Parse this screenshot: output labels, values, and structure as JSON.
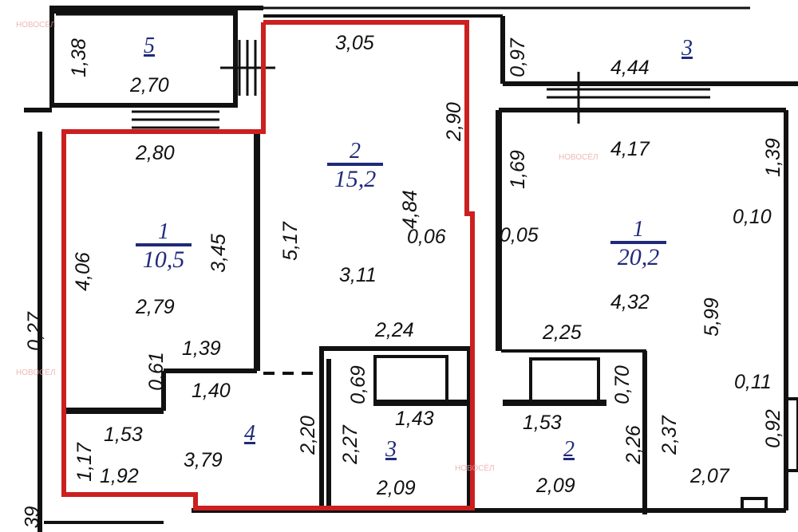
{
  "watermark": "НОВОСЁЛ",
  "colors": {
    "outline": "#cc1f1f",
    "walls": "#111111",
    "room_label": "#1f2a7a"
  },
  "rooms": [
    {
      "number": "5"
    },
    {
      "number": "2",
      "area": "15,2"
    },
    {
      "number": "1",
      "area": "10,5"
    },
    {
      "number": "1",
      "area": "20,2"
    },
    {
      "number": "3"
    },
    {
      "number": "4"
    },
    {
      "number": "3"
    },
    {
      "number": "2"
    }
  ],
  "dimensions": [
    "1,38",
    "2,70",
    "3,05",
    "2,90",
    "0,97",
    "4,44",
    "2,80",
    "4,17",
    "1,69",
    "1,39",
    "4,84",
    "5,17",
    "0,06",
    "0,05",
    "0,10",
    "4,06",
    "3,45",
    "3,11",
    "4,32",
    "2,79",
    "5,99",
    "2,24",
    "2,25",
    "1,39",
    "0,61",
    "0,69",
    "0,70",
    "1,40",
    "0,11",
    "1,43",
    "1,53",
    "1,53",
    "2,20",
    "2,27",
    "2,26",
    "2,37",
    "0,92",
    "1,17",
    "3,79",
    "1,92",
    "2,09",
    "2,09",
    "2,07",
    "0,27",
    "39"
  ]
}
